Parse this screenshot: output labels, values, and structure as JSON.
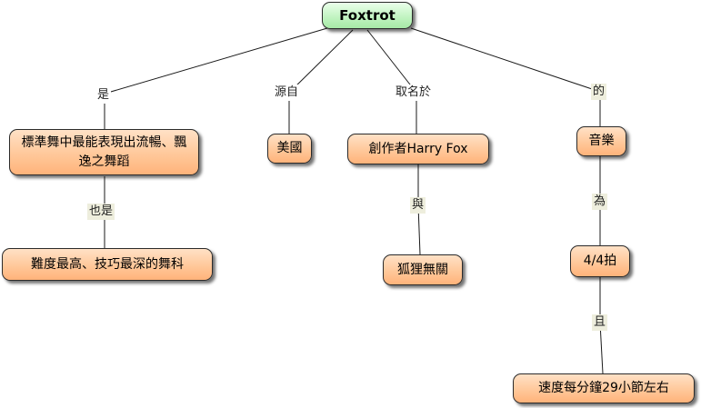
{
  "root": {
    "label": "Foxtrot"
  },
  "links": {
    "is": "是",
    "origin": "源自",
    "named_after": "取名於",
    "of": "的",
    "also_is": "也是",
    "with": "與",
    "is_wei": "為",
    "and": "且"
  },
  "concepts": {
    "smooth_dance": "標準舞中最能表現出流暢、飄逸之舞蹈",
    "hardest_dance": "難度最高、技巧最深的舞科",
    "usa": "美國",
    "creator": "創作者Harry Fox",
    "fox_unrelated": "狐狸無關",
    "music": "音樂",
    "beat": "4/4拍",
    "tempo": "速度每分鐘29小節左右"
  },
  "colors": {
    "root_fill": "#bff3bf",
    "concept_fill": "#ffc89a",
    "border": "#2b2b2b",
    "line": "#1a1a1a",
    "label_shade": "#eeeedd"
  }
}
